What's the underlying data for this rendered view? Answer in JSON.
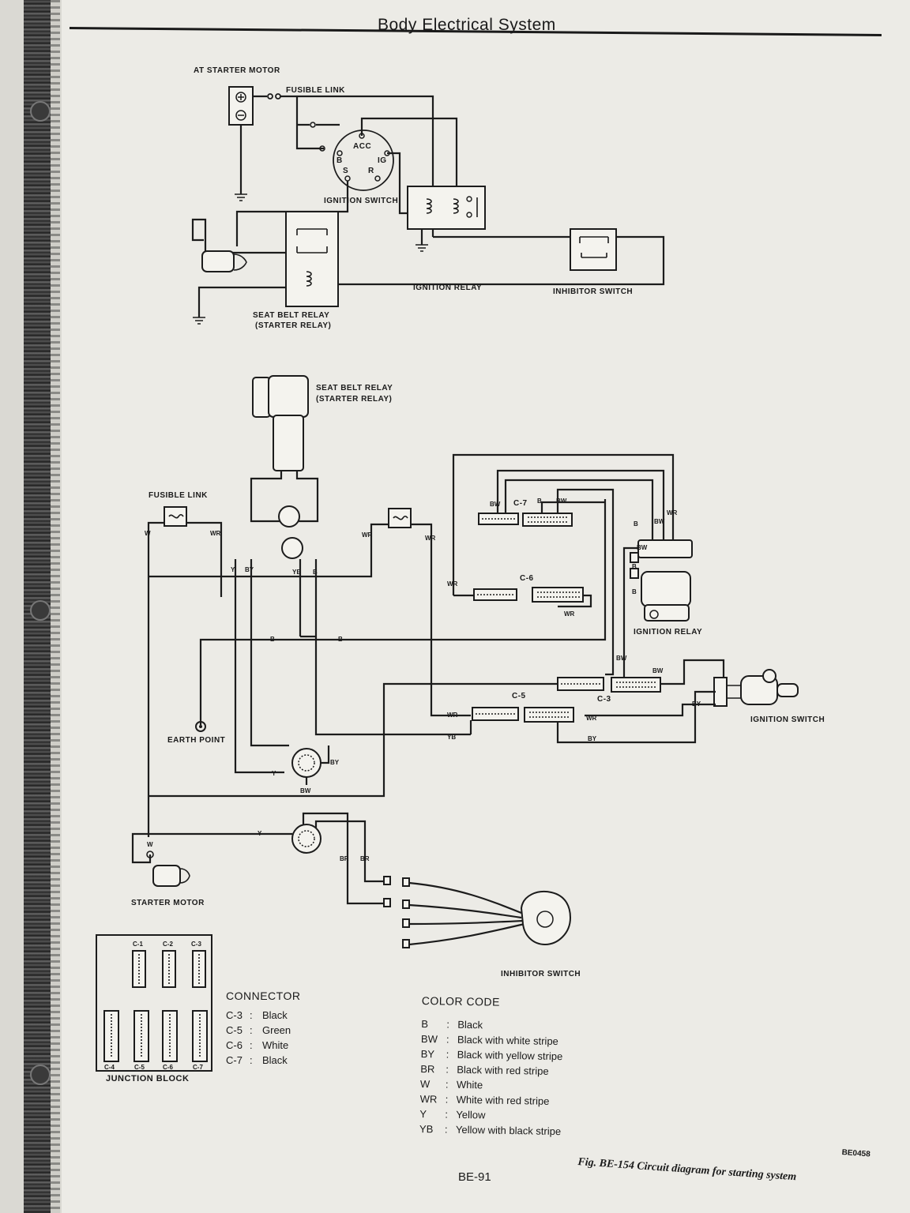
{
  "header": {
    "title": "Body Electrical System"
  },
  "top_diagram": {
    "labels": {
      "at_starter_motor": "AT STARTER MOTOR",
      "fusible_link": "FUSIBLE LINK",
      "acc": "ACC",
      "b": "B",
      "ig": "IG",
      "s": "S",
      "r": "R",
      "ignition_switch": "IGNITION SWITCH",
      "ignition_relay": "IGNITION RELAY",
      "inhibitor_switch": "INHIBITOR SWITCH",
      "seat_belt_relay": "SEAT BELT RELAY",
      "starter_relay": "(STARTER RELAY)"
    }
  },
  "bottom_diagram": {
    "labels": {
      "seat_belt_relay": "SEAT BELT RELAY",
      "starter_relay": "(STARTER RELAY)",
      "fusible_link": "FUSIBLE LINK",
      "ignition_relay": "IGNITION RELAY",
      "ignition_switch": "IGNITION SWITCH",
      "earth_point": "EARTH POINT",
      "starter_motor": "STARTER MOTOR",
      "inhibitor_switch": "INHIBITOR SWITCH",
      "c7": "C-7",
      "c6": "C-6",
      "c5": "C-5",
      "c3": "C-3"
    },
    "wires": {
      "w": "W",
      "wr": "WR",
      "y": "Y",
      "by": "BY",
      "yb": "YB",
      "b": "B",
      "bw": "BW",
      "br": "BR"
    }
  },
  "junction_block": {
    "label": "JUNCTION BLOCK",
    "top": [
      "C-1",
      "C-2",
      "C-3"
    ],
    "bottom": [
      "C-4",
      "C-5",
      "C-6",
      "C-7"
    ]
  },
  "connector_legend": {
    "title": "CONNECTOR",
    "items": [
      {
        "code": "C-3",
        "color": "Black"
      },
      {
        "code": "C-5",
        "color": "Green"
      },
      {
        "code": "C-6",
        "color": "White"
      },
      {
        "code": "C-7",
        "color": "Black"
      }
    ]
  },
  "color_legend": {
    "title": "COLOR CODE",
    "items": [
      {
        "code": "B",
        "meaning": "Black"
      },
      {
        "code": "BW",
        "meaning": "Black with white stripe"
      },
      {
        "code": "BY",
        "meaning": "Black with yellow stripe"
      },
      {
        "code": "BR",
        "meaning": "Black with red stripe"
      },
      {
        "code": "W",
        "meaning": "White"
      },
      {
        "code": "WR",
        "meaning": "White with red stripe"
      },
      {
        "code": "Y",
        "meaning": "Yellow"
      },
      {
        "code": "YB",
        "meaning": "Yellow with black stripe"
      }
    ]
  },
  "footer": {
    "page_number": "BE-91",
    "caption": "Fig. BE-154 Circuit diagram for starting system",
    "ref_code": "BE0458"
  }
}
